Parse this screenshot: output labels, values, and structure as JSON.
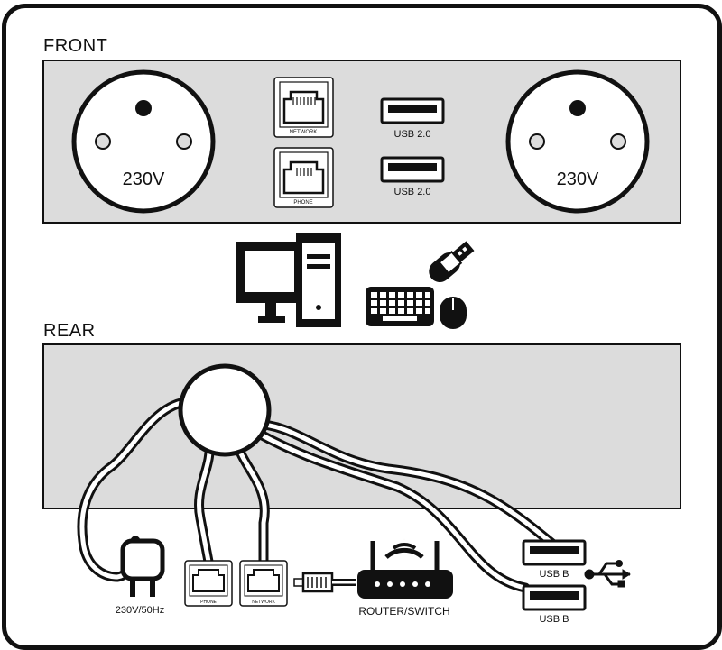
{
  "front": {
    "title": "FRONT",
    "left_socket_label": "230V",
    "right_socket_label": "230V",
    "network_jack_label": "NETWORK",
    "phone_jack_label": "PHONE",
    "usb_top_label": "USB 2.0",
    "usb_bottom_label": "USB 2.0"
  },
  "rear": {
    "title": "REAR",
    "power_plug_label": "230V/50Hz",
    "phone_jack_label": "PHONE",
    "network_jack_label": "NETWORK",
    "router_label": "ROUTER/SWITCH",
    "usb_b_top_label": "USB B",
    "usb_b_bottom_label": "USB B"
  },
  "colors": {
    "panel": "#dcdcdc",
    "ink": "#111111",
    "background": "#ffffff"
  },
  "icons": [
    "computer-icon",
    "keyboard-icon",
    "mouse-icon",
    "usb-stick-icon",
    "power-plug-icon",
    "router-icon",
    "usb-symbol-icon",
    "rj45-connector-icon"
  ]
}
